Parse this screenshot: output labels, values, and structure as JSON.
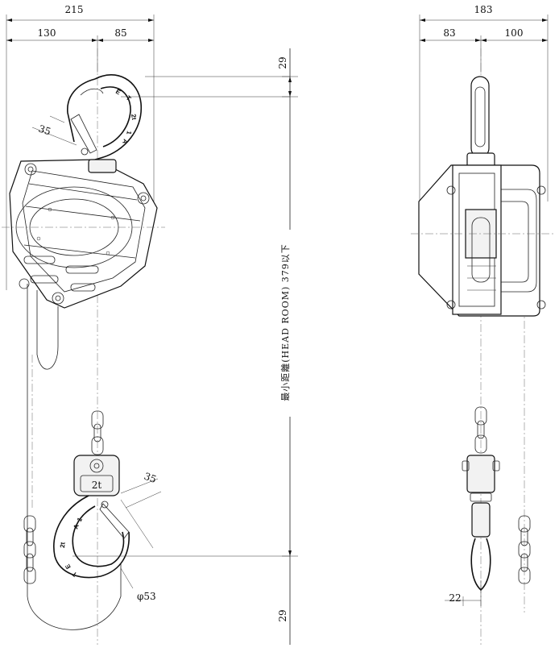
{
  "front_view": {
    "dim_overall_width": "215",
    "dim_left": "130",
    "dim_right": "85",
    "dim_top_hook_opening": "35",
    "dim_bottom_hook_opening": "35",
    "dim_hook_throat": "φ53",
    "top_hook_marks": [
      "E",
      "T",
      "2t",
      "1",
      "A"
    ],
    "bottom_hook_block_label": "2t",
    "bottom_hook_marks": [
      "1",
      "A",
      "2t",
      "E",
      "T"
    ]
  },
  "height_dims": {
    "top_hook_to_pin": "29",
    "bottom_hook_to_eye": "29",
    "headroom_label": "最小距離(HEAD ROOM) 379以下"
  },
  "side_view": {
    "dim_overall_width": "183",
    "dim_left": "83",
    "dim_right": "100",
    "dim_chain_offset": "22"
  }
}
